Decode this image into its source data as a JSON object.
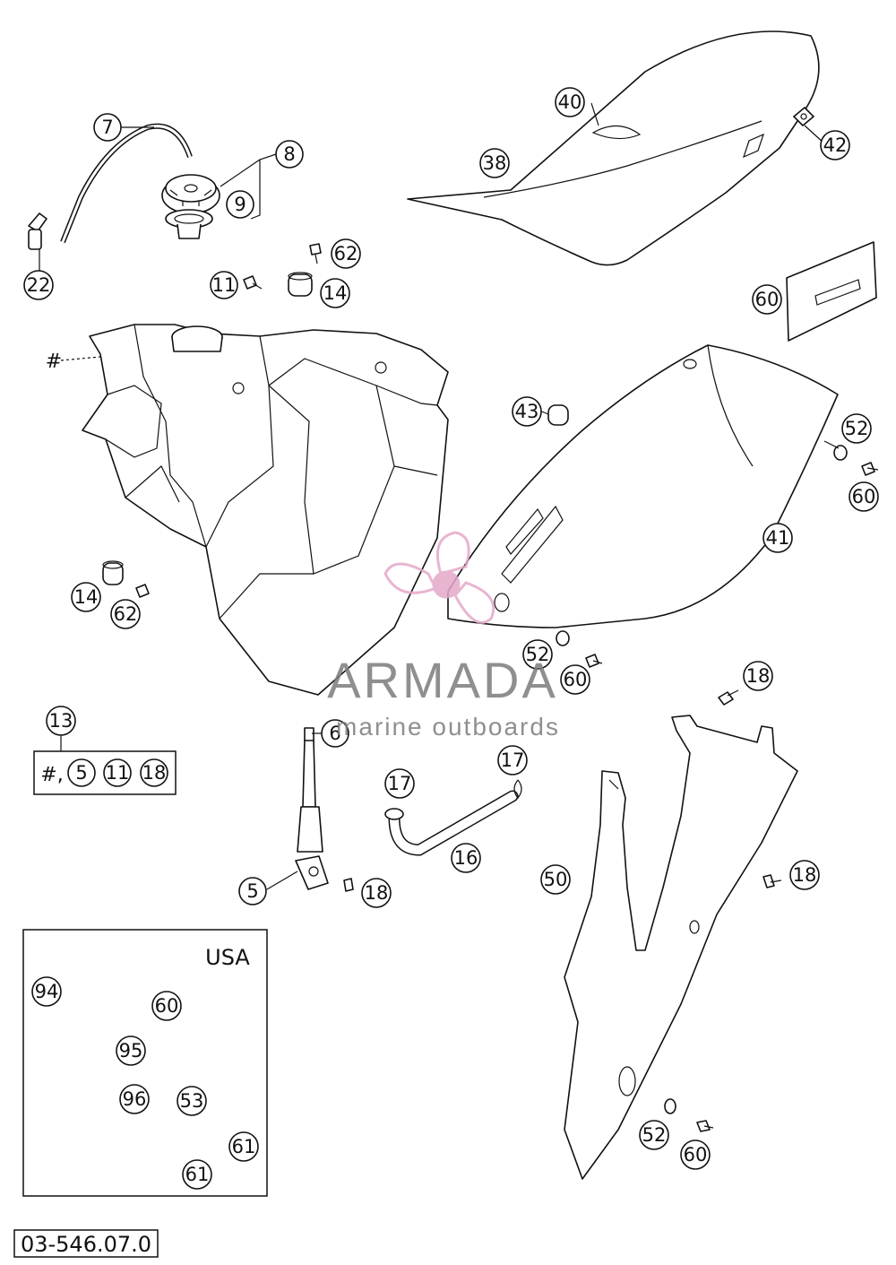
{
  "diagram_code": "03-546.07.0",
  "usa_label": "USA",
  "hash_label": "#",
  "kit_prefix": "#,",
  "kit_parts": [
    "5",
    "11",
    "18"
  ],
  "watermark": {
    "brand": "ARMADA",
    "tagline": "marine outboards",
    "color": "#e4a9c9"
  },
  "callouts": {
    "c7": "7",
    "c8": "8",
    "c9": "9",
    "c22": "22",
    "c62a": "62",
    "c11": "11",
    "c14a": "14",
    "c40": "40",
    "c38": "38",
    "c42": "42",
    "c60a": "60",
    "c43": "43",
    "c52a": "52",
    "c60b": "60",
    "c41": "41",
    "c14b": "14",
    "c62b": "62",
    "c13": "13",
    "c6": "6",
    "c52b": "52",
    "c60c": "60",
    "c18a": "18",
    "c17a": "17",
    "c17b": "17",
    "c16": "16",
    "c5": "5",
    "c18b": "18",
    "c50": "50",
    "c18c": "18",
    "c94": "94",
    "c60d": "60",
    "c95": "95",
    "c96": "96",
    "c53": "53",
    "c61a": "61",
    "c61b": "61",
    "c52c": "52",
    "c60e": "60"
  }
}
